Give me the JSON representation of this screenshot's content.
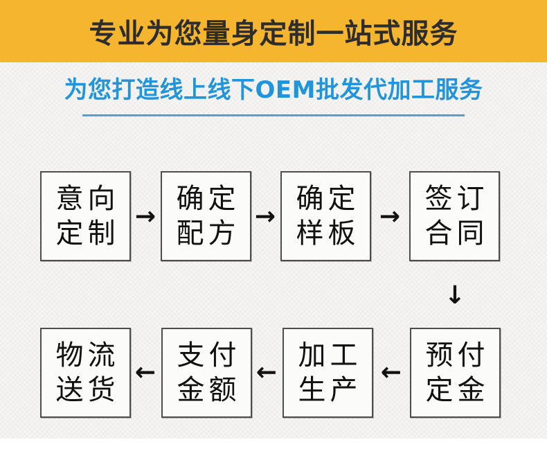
{
  "banner": {
    "title": "专业为您量身定制一站式服务"
  },
  "subheader": {
    "title": "为您打造线上线下OEM批发代加工服务"
  },
  "flow": {
    "arrow_right": "→",
    "arrow_left": "←",
    "arrow_down": "↓",
    "row1": [
      {
        "line1": "意向",
        "line2": "定制"
      },
      {
        "line1": "确定",
        "line2": "配方"
      },
      {
        "line1": "确定",
        "line2": "样板"
      },
      {
        "line1": "签订",
        "line2": "合同"
      }
    ],
    "row2": [
      {
        "line1": "物流",
        "line2": "送货"
      },
      {
        "line1": "支付",
        "line2": "金额"
      },
      {
        "line1": "加工",
        "line2": "生产"
      },
      {
        "line1": "预付",
        "line2": "定金"
      }
    ]
  },
  "colors": {
    "banner-bg": "#F6B52F",
    "banner-text": "#2D2D2D",
    "page-bg": "#F2F1EF",
    "heading-blue": "#2095DB",
    "underline-blue": "#4CA2DC",
    "box-border": "#4D4D4D",
    "box-bg": "#FBFBFA",
    "box-text": "#111111",
    "arrow-color": "#111111"
  }
}
